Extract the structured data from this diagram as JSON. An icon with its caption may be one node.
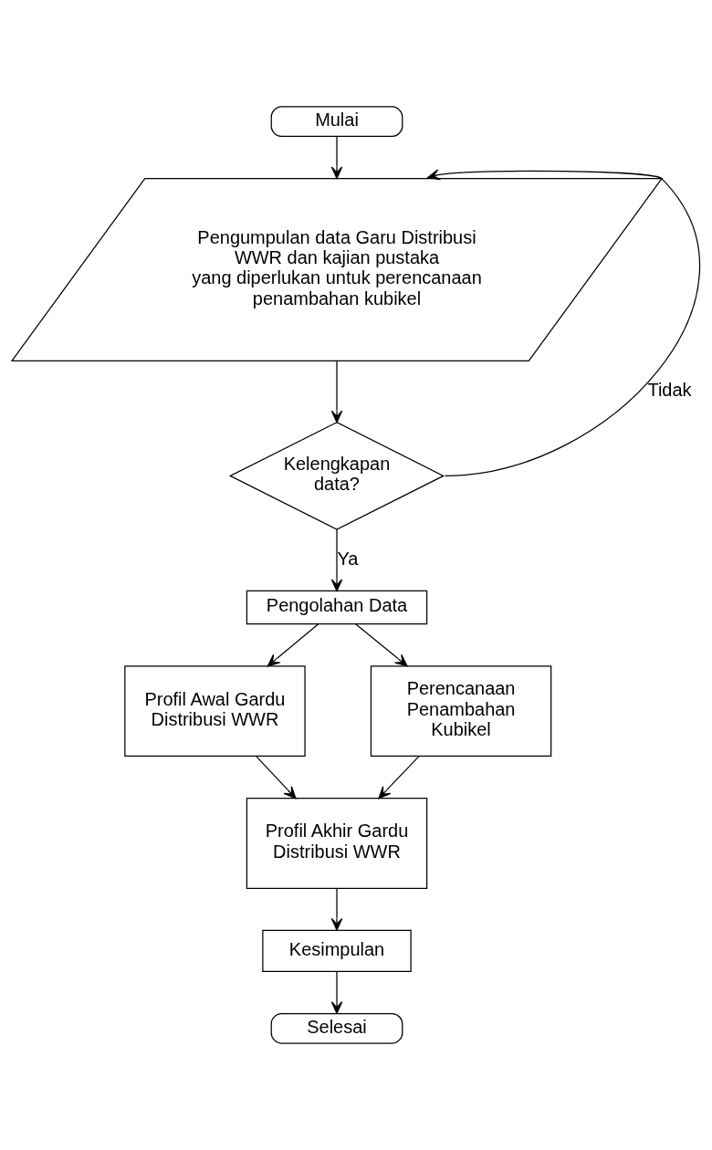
{
  "diagram": {
    "nodes": [
      {
        "text": [
          "Mulai"
        ]
      },
      {
        "text": [
          "Pengumpulan data Garu Distribusi WWR dan kajian pustaka yang diperlukan untuk perencanaan penambahan kubikel"
        ]
      },
      {
        "text": [
          "Kelengkapan data?"
        ]
      },
      {
        "text": [
          "Pengolahan Data"
        ]
      },
      {
        "text": [
          "Profil Awal Gardu Distribusi WWR"
        ]
      },
      {
        "text": [
          "Perencanaan Penambahan Kubikel"
        ]
      },
      {
        "text": [
          "Profil Akhir Gardu Distribusi WWR"
        ]
      },
      {
        "text": [
          "Kesimpulan"
        ]
      },
      {
        "text": [
          "Selesai"
        ]
      }
    ],
    "edges": [
      {
        "from": 0,
        "to": 1,
        "arrow": "to"
      },
      {
        "from": 1,
        "to": 2,
        "arrow": "to"
      },
      {
        "from": 2,
        "to": 1,
        "arrow": "to",
        "label": "Tidak"
      },
      {
        "from": 2,
        "to": 3,
        "arrow": "to",
        "label": "Ya"
      },
      {
        "from": 3,
        "to": 4,
        "arrow": "to"
      },
      {
        "from": 3,
        "to": 5,
        "arrow": "to"
      },
      {
        "from": 4,
        "to": 6,
        "arrow": "to"
      },
      {
        "from": 5,
        "to": 6,
        "arrow": "to"
      },
      {
        "from": 6,
        "to": 7,
        "arrow": "to"
      },
      {
        "from": 7,
        "to": 8,
        "arrow": "to"
      }
    ]
  }
}
